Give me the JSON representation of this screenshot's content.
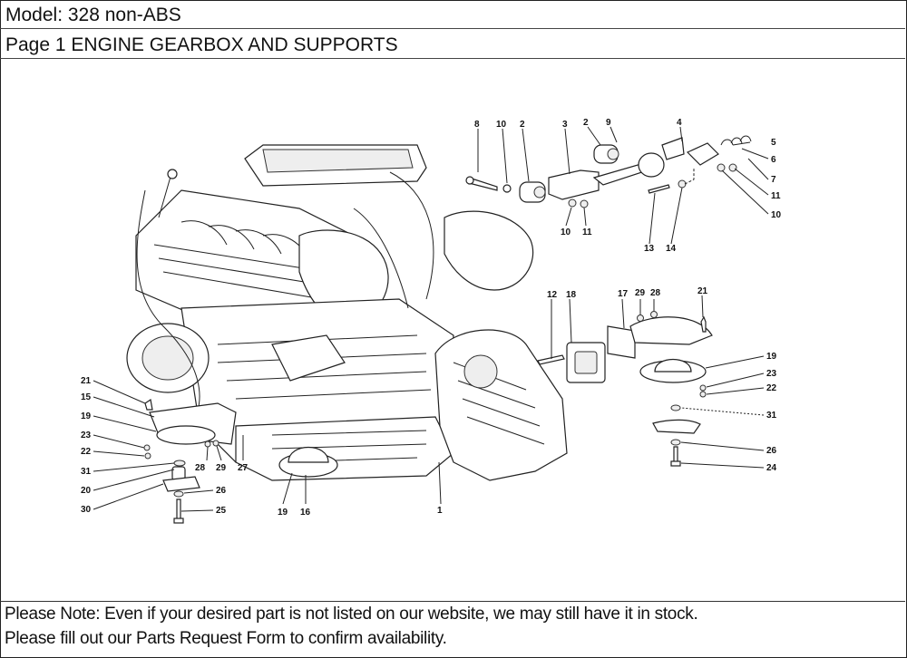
{
  "header": {
    "model": "Model: 328 non-ABS",
    "page_title": "Page 1  ENGINE  GEARBOX AND SUPPORTS"
  },
  "diagram": {
    "description": "Exploded view illustration of engine, gearbox and supports",
    "callouts": {
      "top_right_assembly": [
        "8",
        "10",
        "2",
        "3",
        "2",
        "9",
        "4",
        "5",
        "6",
        "7",
        "11",
        "10",
        "10",
        "11",
        "13",
        "14"
      ],
      "right_mount": [
        "12",
        "18",
        "17",
        "29",
        "28",
        "21",
        "19",
        "23",
        "22",
        "31",
        "26",
        "24"
      ],
      "left_mount": [
        "21",
        "15",
        "19",
        "23",
        "22",
        "31",
        "20",
        "30",
        "26",
        "25",
        "28",
        "29",
        "27"
      ],
      "bottom": [
        "19",
        "16",
        "1"
      ]
    }
  },
  "footer": {
    "line1": "Please Note: Even if your desired part is not listed on our website, we may still have it in stock.",
    "line2": "Please fill out our Parts Request Form to confirm availability."
  }
}
